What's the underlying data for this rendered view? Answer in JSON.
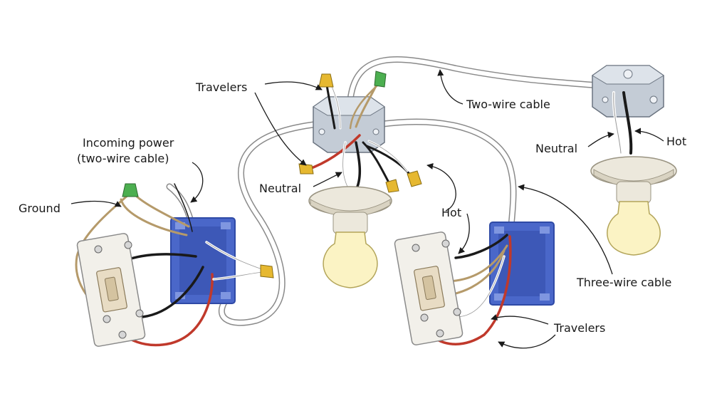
{
  "labels": {
    "travelers_top": "Travelers",
    "incoming_power_1": "Incoming power",
    "incoming_power_2": "(two-wire cable)",
    "ground": "Ground",
    "neutral_center": "Neutral",
    "two_wire_cable": "Two-wire cable",
    "neutral_right": "Neutral",
    "hot_right": "Hot",
    "hot_center": "Hot",
    "three_wire_cable": "Three-wire cable",
    "travelers_bottom": "Travelers"
  },
  "colors": {
    "cable": "#ffffff",
    "cable_outline": "#8a8a8a",
    "hot_wire": "#1a1a1a",
    "traveler_red": "#c0392b",
    "ground_wire": "#b59a6a",
    "switch_box": "#4a67c9",
    "switch_box_dark": "#2f4aa6",
    "junction_box": "#c4ccd6",
    "wire_nut_yellow": "#e6b830",
    "wire_nut_green": "#4caf50",
    "bulb": "#fbf3c4",
    "fixture": "#ece8dc",
    "label_text": "#1a1a1a"
  }
}
